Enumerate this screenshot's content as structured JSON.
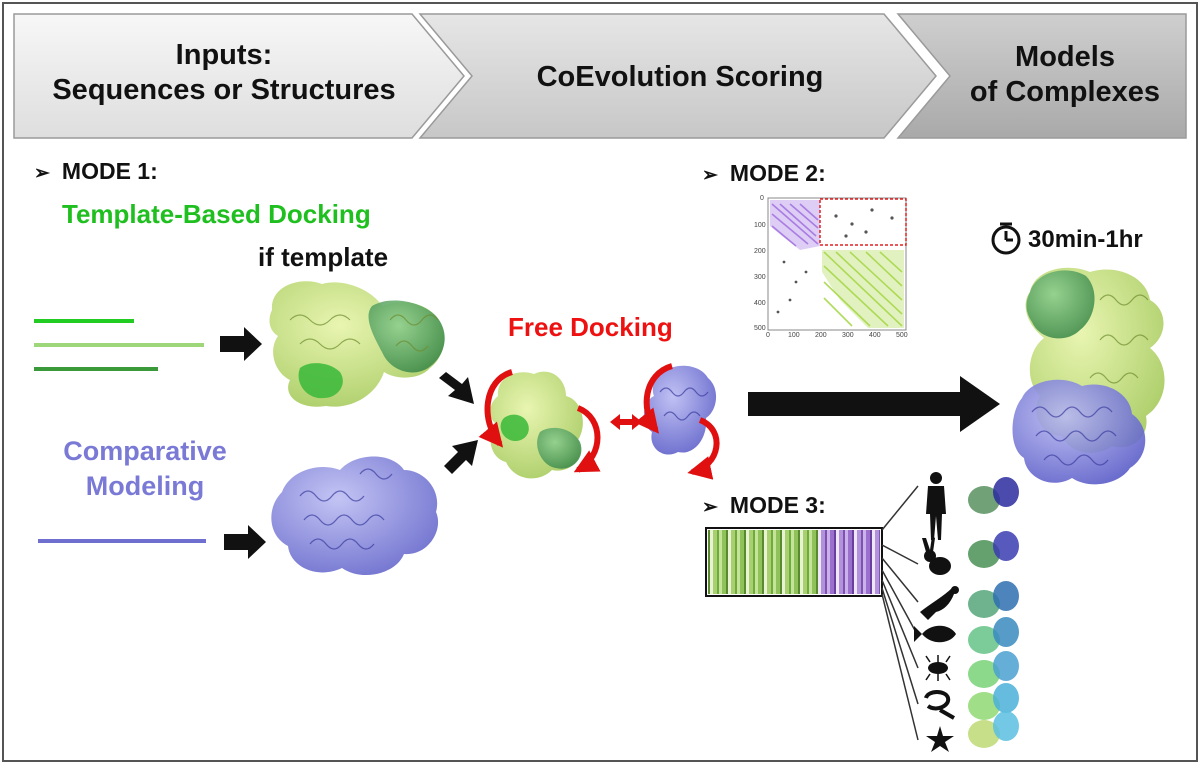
{
  "pipeline": {
    "stages": [
      {
        "line1": "Inputs:",
        "line2": "Sequences or Structures"
      },
      {
        "line1": "CoEvolution Scoring",
        "line2": ""
      },
      {
        "line1": "Models",
        "line2": "of Complexes"
      }
    ]
  },
  "mode1": {
    "bullet": "➢",
    "title": "MODE 1:",
    "template_docking": "Template-Based Docking",
    "if_template": "if template",
    "comparative_line1": "Comparative",
    "comparative_line2": "Modeling",
    "sequence_colors": [
      "#22cc22",
      "#9ed67a",
      "#3a9a3a"
    ],
    "comparative_color": "#6f6fd0"
  },
  "free_docking": {
    "label": "Free Docking",
    "color": "#ee1111"
  },
  "mode2": {
    "bullet": "➢",
    "title": "MODE 2:",
    "map_ticks": [
      "0",
      "100",
      "200",
      "300",
      "400",
      "500"
    ]
  },
  "mode3": {
    "bullet": "➢",
    "title": "MODE 3:",
    "organisms": [
      "human-icon",
      "rabbit-icon",
      "bird-icon",
      "fish-icon",
      "insect-icon",
      "worm-icon",
      "starfish-icon"
    ]
  },
  "timing": {
    "label": "30min-1hr"
  },
  "colors": {
    "stage_fill": "#d9d9d9",
    "stage_fill_light": "#eeeeee",
    "protein_green": "#b9d76a",
    "protein_dark_green": "#4f9a4f",
    "protein_blue": "#6d6fd2",
    "contact_purple": "#a070e0",
    "contact_lime": "#a8d84a"
  }
}
